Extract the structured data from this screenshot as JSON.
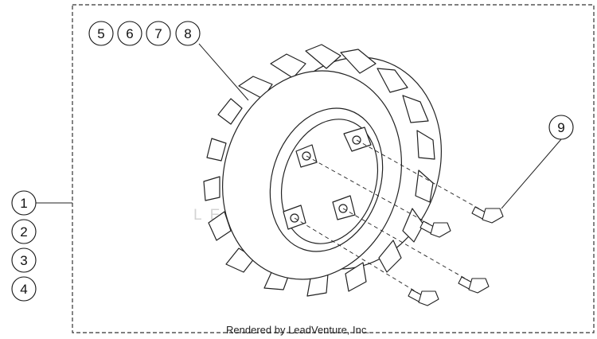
{
  "callouts_left": [
    {
      "label": "1"
    },
    {
      "label": "2"
    },
    {
      "label": "3"
    },
    {
      "label": "4"
    }
  ],
  "callouts_top": [
    {
      "label": "5"
    },
    {
      "label": "6"
    },
    {
      "label": "7"
    },
    {
      "label": "8"
    }
  ],
  "callout_right": {
    "label": "9"
  },
  "watermark": {
    "text": "LEADVENTURE",
    "color": "#cfcfcf"
  },
  "footer": {
    "text": "Rendered by LeadVenture, Inc."
  },
  "colors": {
    "line": "#222222",
    "frame": "#333333",
    "background": "#ffffff"
  }
}
